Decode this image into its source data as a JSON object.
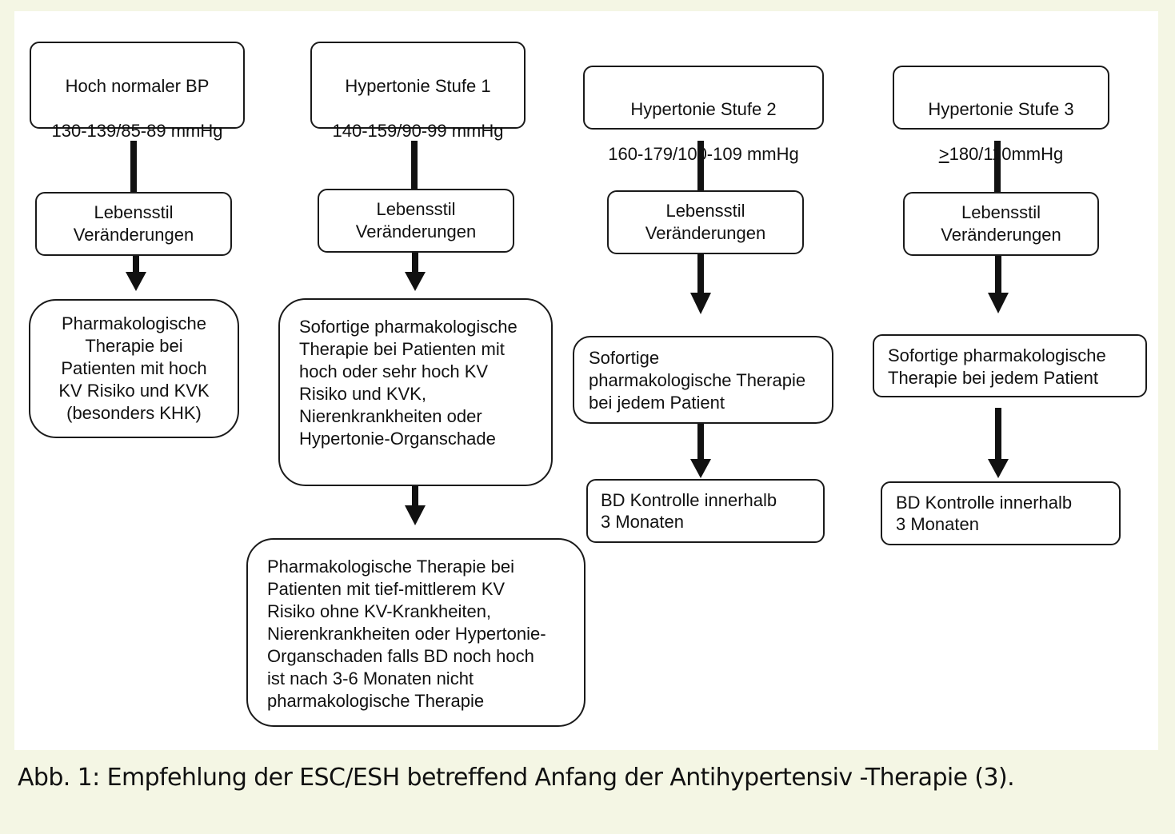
{
  "columns": [
    {
      "stage_line1": "Hoch normaler BP",
      "stage_line2": "130-139/85-89 mmHg",
      "lifestyle": "Lebensstil\nVeränderungen",
      "therapy": "Pharmakologische\nTherapie bei\nPatienten mit  hoch\nKV Risiko und KVK\n(besonders KHK)"
    },
    {
      "stage_line1": "Hypertonie  Stufe  1",
      "stage_line2": "140-159/90-99 mmHg",
      "lifestyle": "Lebensstil\nVeränderungen",
      "therapy": "Sofortige pharmakologische\nTherapie bei Patienten mit\nhoch oder sehr hoch KV\nRisiko und KVK,\nNierenkrankheiten  oder\nHypertonie-Organschade",
      "followup": "Pharmakologische Therapie  bei\nPatienten  mit  tief-mittlerem  KV\nRisiko ohne  KV-Krankheiten,\nNierenkrankheiten  oder Hypertonie-\nOrganschaden  falls  BD noch  hoch\nist nach 3-6 Monaten  nicht\npharmakologische Therapie"
    },
    {
      "stage_line1": "Hypertonie  Stufe  2",
      "stage_line2": "160-179/100-109 mmHg",
      "lifestyle": "Lebensstil\nVeränderungen",
      "therapy": "Sofortige\npharmakologische Therapie\nbei jedem Patient",
      "followup": "BD Kontrolle  innerhalb\n3 Monaten"
    },
    {
      "stage_line1": "Hypertonie  Stufe  3",
      "stage_ge": ">",
      "stage_line2": "180/110mmHg",
      "lifestyle": "Lebensstil\nVeränderungen",
      "therapy": "Sofortige pharmakologische\nTherapie bei jedem Patient",
      "followup": "BD Kontrolle  innerhalb\n3 Monaten"
    }
  ],
  "caption": "Abb. 1: Empfehlung der ESC/ESH betreffend Anfang der Antihypertensiv -Therapie (3)."
}
